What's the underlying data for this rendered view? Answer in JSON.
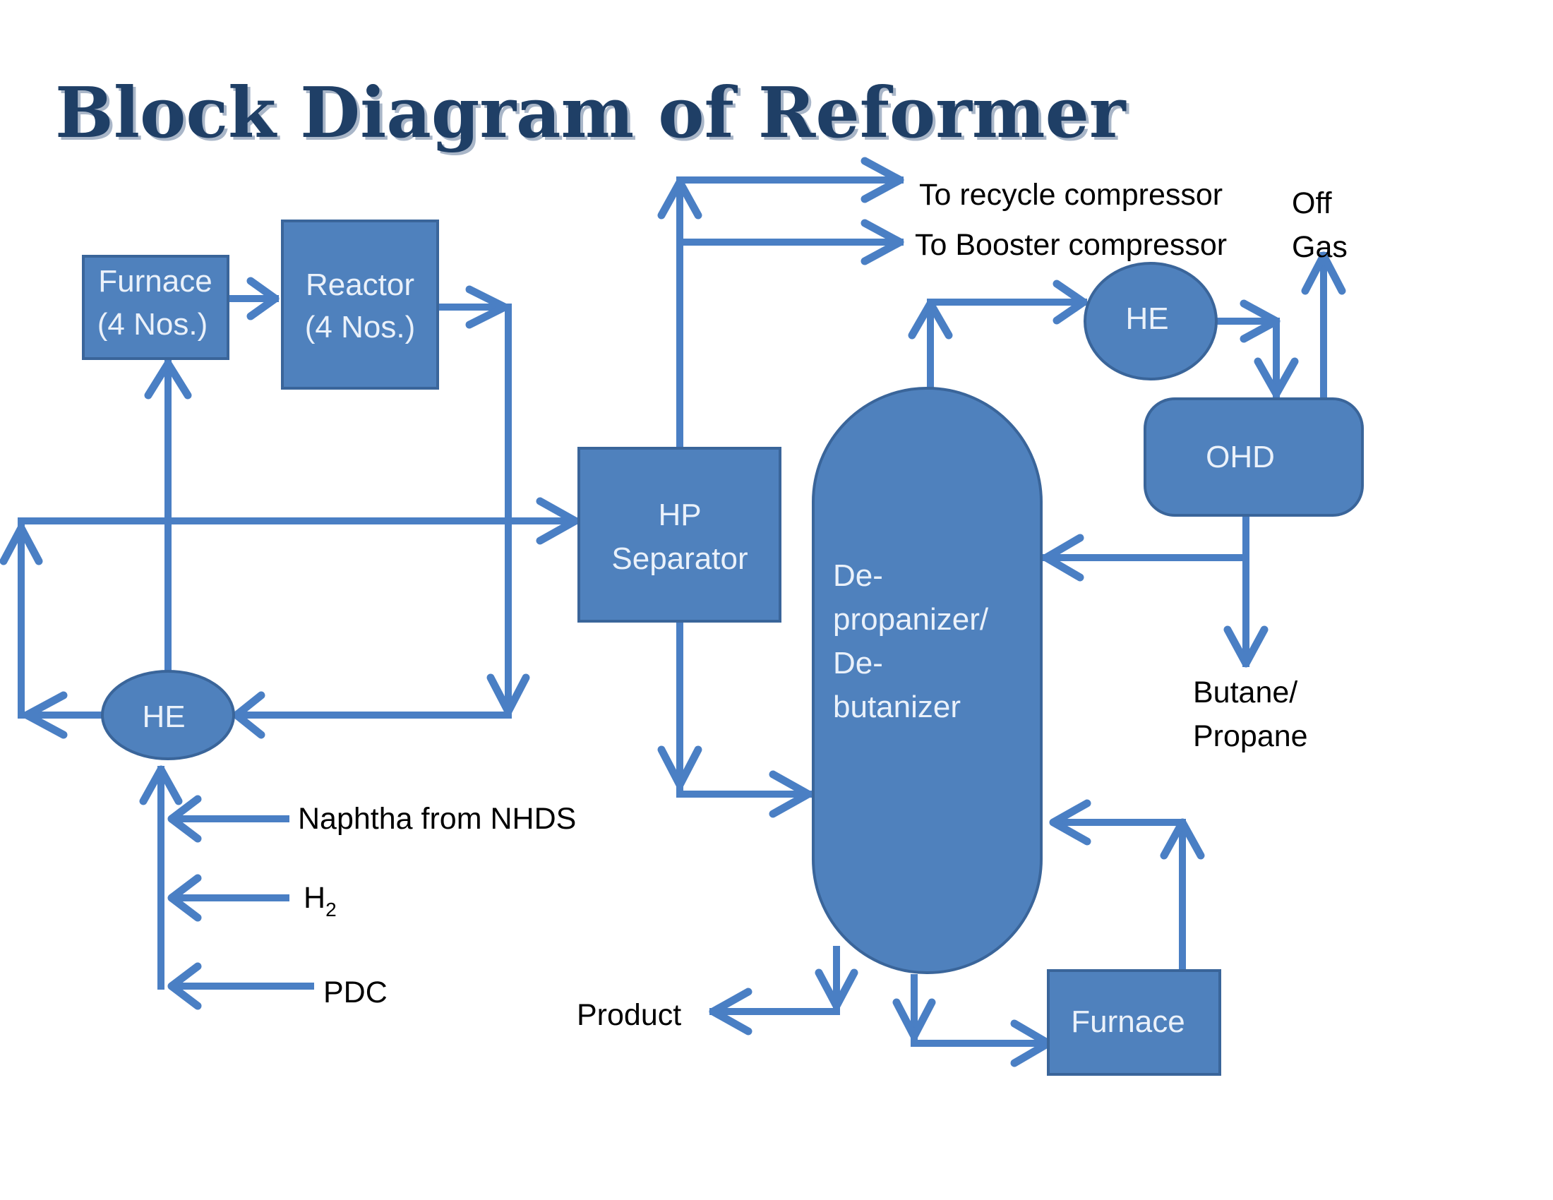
{
  "title": "Block Diagram of Reformer",
  "colors": {
    "title": "#1f3f66",
    "unit_fill": "#4f81bd",
    "unit_text": "#eaf1fa",
    "flow_line": "#4a7fc4"
  },
  "units": {
    "furnace_1": {
      "line1": "Furnace",
      "line2": "(4 Nos.)"
    },
    "reactor": {
      "line1": "Reactor",
      "line2": "(4 Nos.)"
    },
    "he_1": "HE",
    "hp_separator": {
      "line1": "HP",
      "line2": "Separator"
    },
    "column": {
      "line1": "De-",
      "line2": "propanizer/",
      "line3": "De-",
      "line4": "butanizer"
    },
    "he_2": "HE",
    "ohd": "OHD",
    "furnace_2": "Furnace"
  },
  "streams": {
    "recycle": "To recycle compressor",
    "booster": "To Booster compressor",
    "off_gas": {
      "line1": "Off",
      "line2": "Gas"
    },
    "naphtha": "Naphtha from NHDS",
    "h2": {
      "main": "H",
      "sub": "2"
    },
    "pdc": "PDC",
    "product": "Product",
    "lpg": {
      "line1": "Butane/",
      "line2": "Propane"
    }
  }
}
